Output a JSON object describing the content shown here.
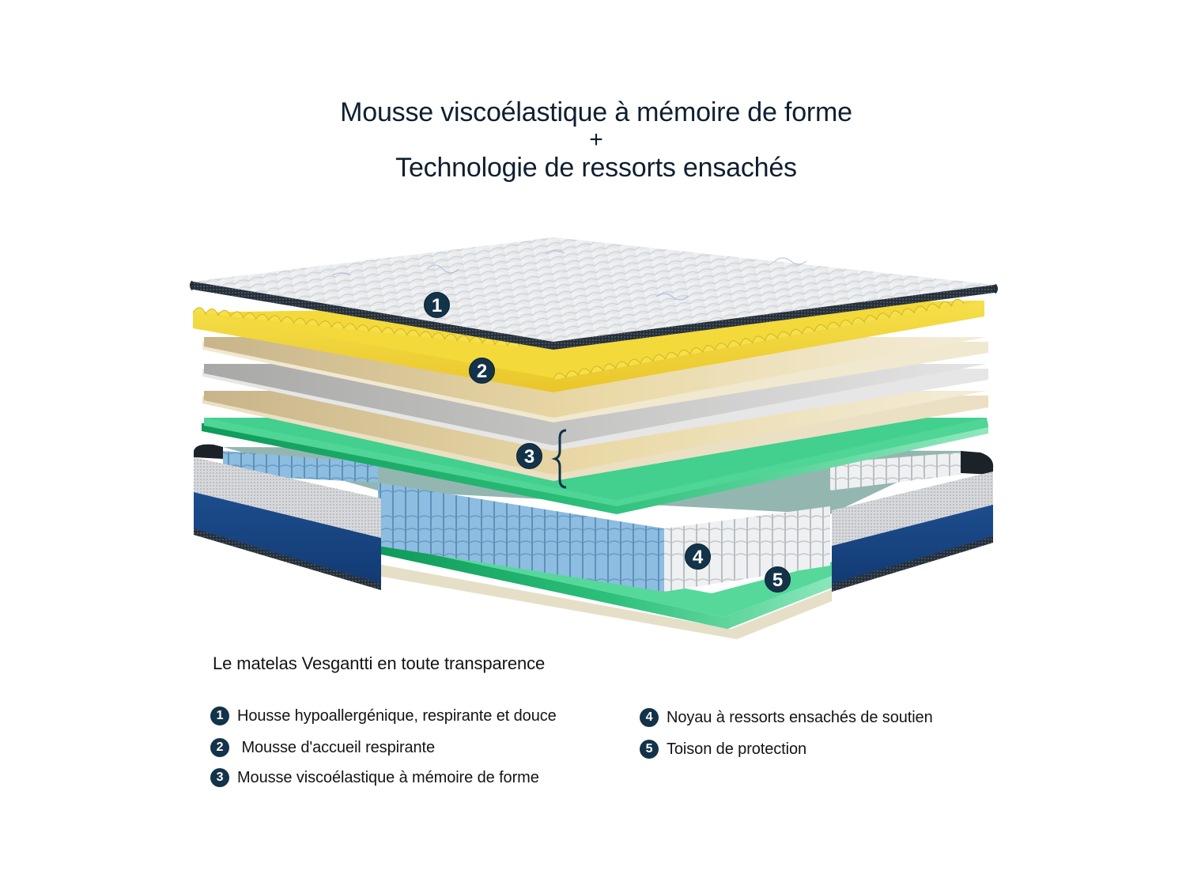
{
  "header": {
    "title_line_1": "Mousse viscoélastique à mémoire de forme",
    "plus": "+",
    "title_line_2": "Technologie de ressorts ensachés"
  },
  "illustration": {
    "subject": "Exploded view of a hybrid mattress showing five layers",
    "markers": [
      {
        "number": "1",
        "layer": "cover"
      },
      {
        "number": "2",
        "layer": "egg-crate comfort foam"
      },
      {
        "number": "3",
        "layer": "memory foam stack"
      },
      {
        "number": "4",
        "layer": "pocket spring core"
      },
      {
        "number": "5",
        "layer": "protective fleece"
      }
    ],
    "colors": {
      "cover": "#eceef0",
      "piping": "#2a3440",
      "comfort_foam": "#f2dc3a",
      "memory_foam_cream": "#efe6cf",
      "memory_foam_grey": "#dcdcdc",
      "fleece_green": "#3fcf8a",
      "springs_blue": "#8ebfe0",
      "springs_white": "#e9ecee",
      "side_panel_blue": "#1b4a8a",
      "side_panel_mesh": "#d9dbde",
      "badge": "#133349"
    }
  },
  "legend": {
    "subtitle": "Le matelas Vesgantti en toute transparence",
    "items": [
      {
        "number": "1",
        "label": "Housse hypoallergénique, respirante et douce"
      },
      {
        "number": "2",
        "label": " Mousse d'accueil respirante"
      },
      {
        "number": "3",
        "label": "Mousse viscoélastique à mémoire de forme"
      },
      {
        "number": "4",
        "label": "Noyau à ressorts ensachés de soutien"
      },
      {
        "number": "5",
        "label": "Toison de protection"
      }
    ]
  }
}
